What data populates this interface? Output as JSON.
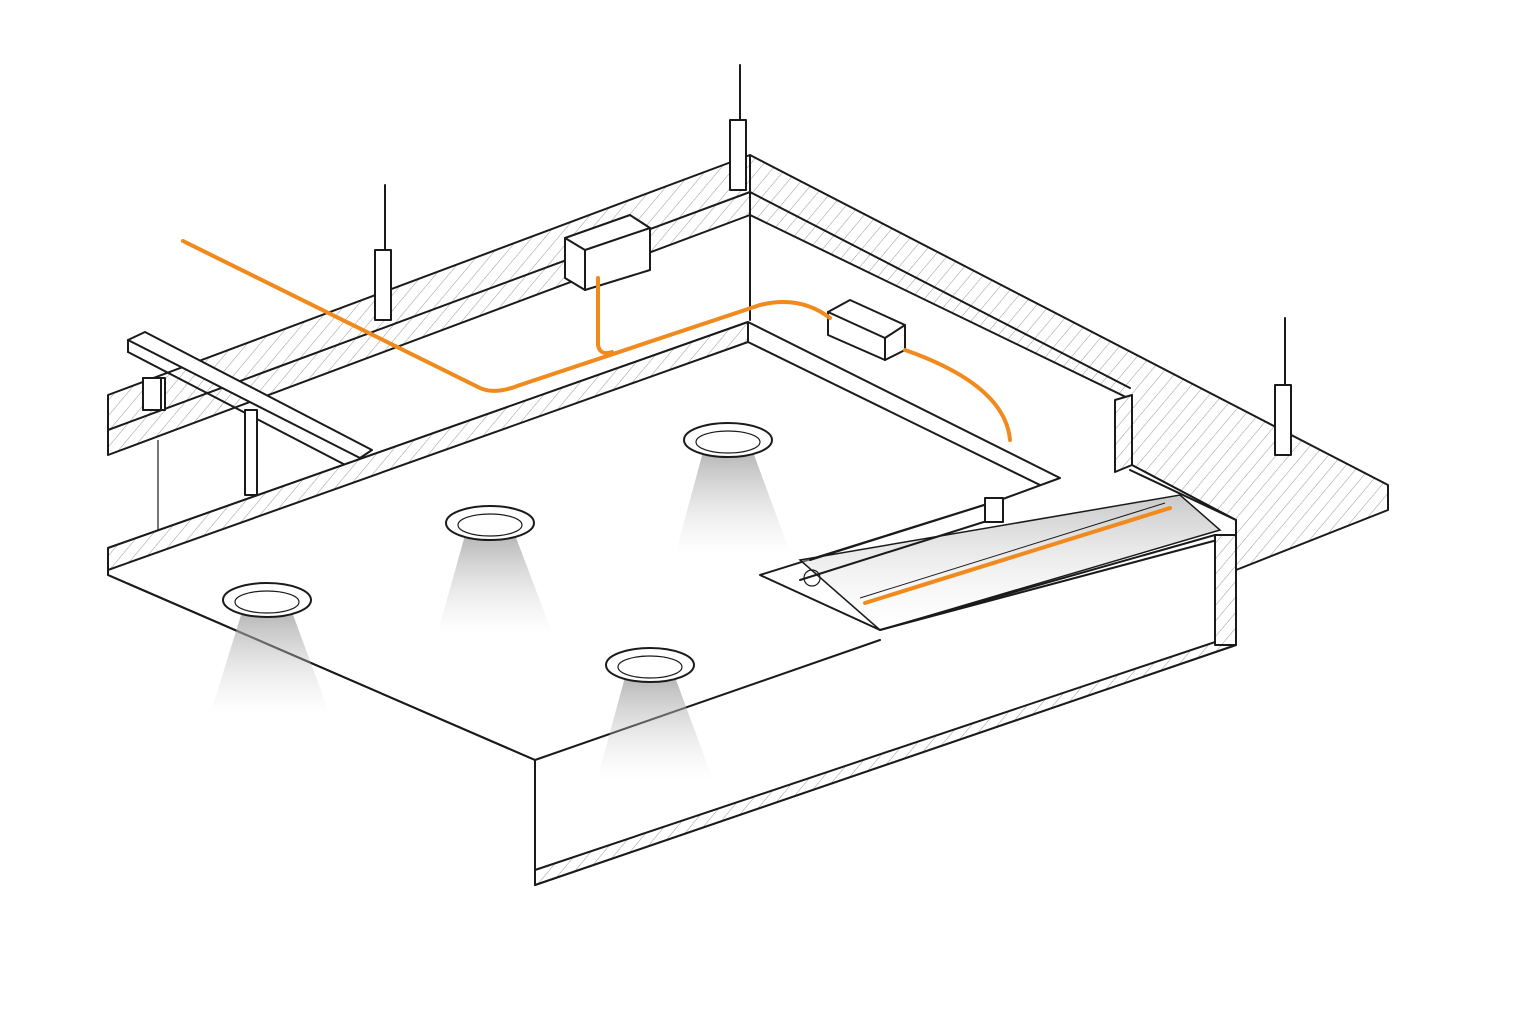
{
  "colors": {
    "wire": "#f08a1c",
    "line": "#1a1a1a",
    "background": "#ffffff",
    "light_cone": "#bdbdbd"
  },
  "elements": {
    "downlights": 4,
    "ceiling_hangers": 4,
    "junction_boxes": 1,
    "led_drivers": 1,
    "cove_led_strips": 1
  }
}
